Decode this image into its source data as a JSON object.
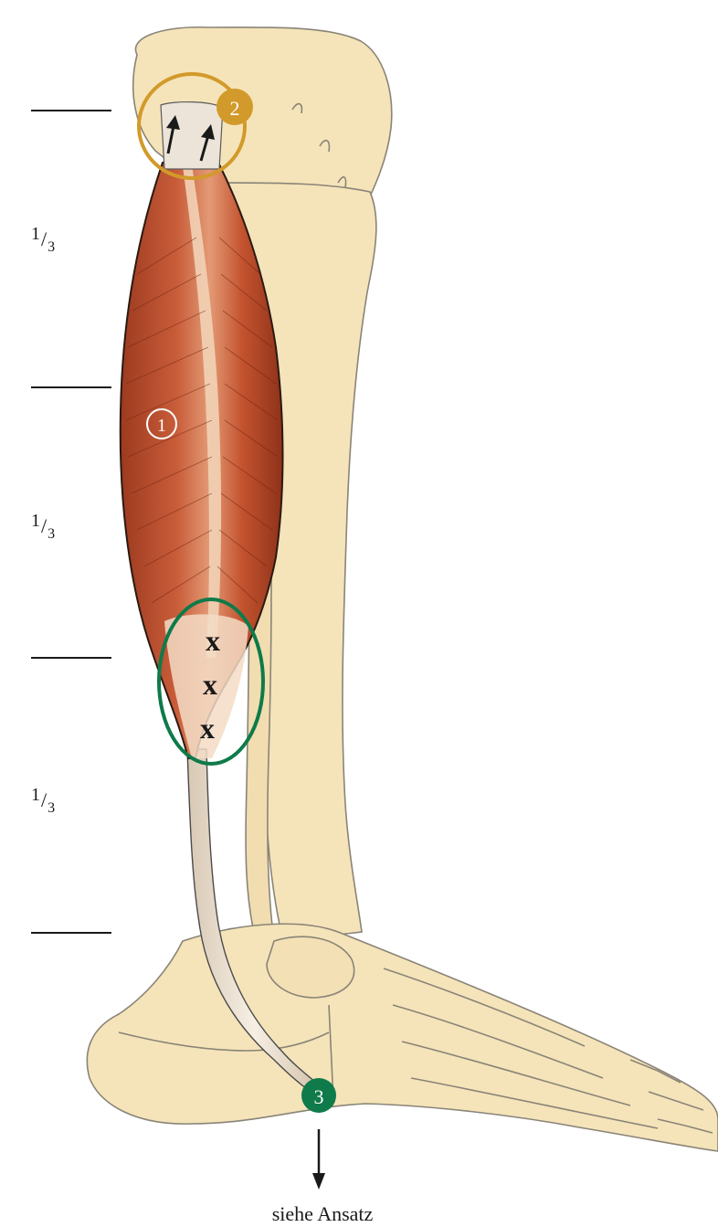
{
  "fractions": [
    {
      "numerator": "1",
      "denominator": "3"
    },
    {
      "numerator": "1",
      "denominator": "3"
    },
    {
      "numerator": "1",
      "denominator": "3"
    }
  ],
  "markers": {
    "muscle": "1",
    "origin": "2",
    "insertion": "3",
    "trigger": "x"
  },
  "caption": "siehe Ansatz",
  "colors": {
    "bone": "#f5e4b9",
    "bone_outline": "#8a8478",
    "muscle": "#c65a3a",
    "tendon": "#efe3cf",
    "origin_ring": "#d29a2a",
    "insertion_ring": "#0f7a4a",
    "ink": "#1a1a1a"
  }
}
